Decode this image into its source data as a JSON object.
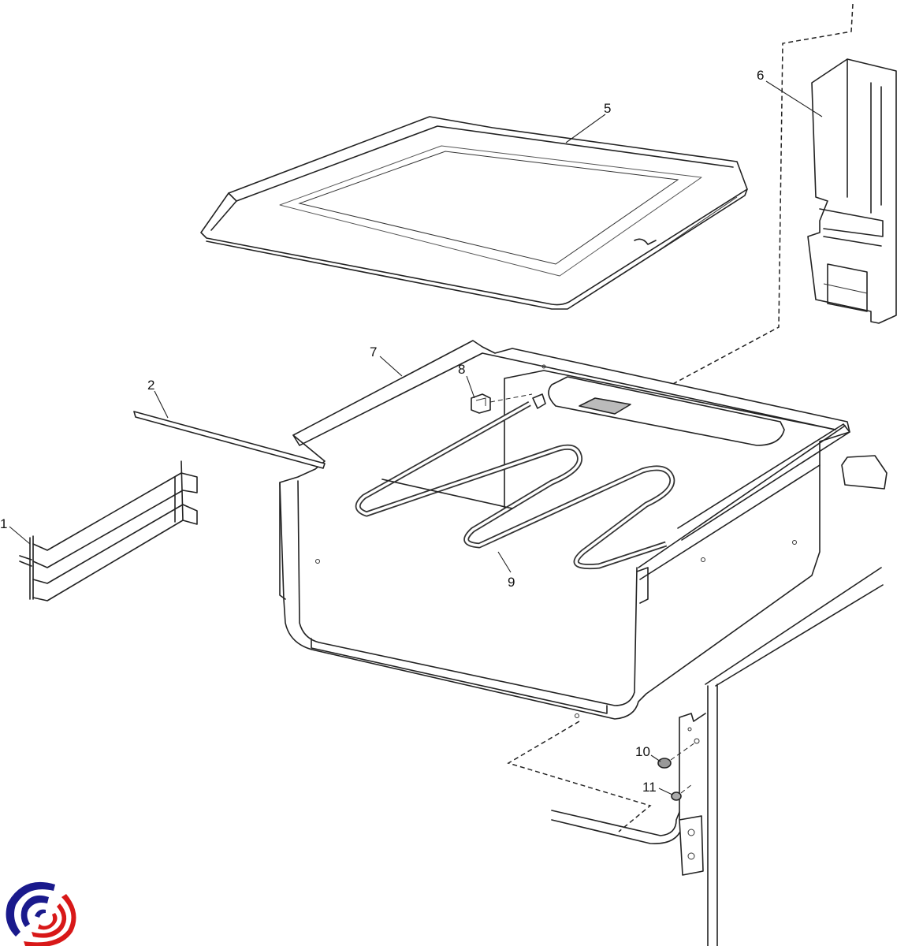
{
  "diagram": {
    "type": "exploded parts diagram",
    "callouts": {
      "p1": "1",
      "p2": "2",
      "p5": "5",
      "p6": "6",
      "p7": "7",
      "p8": "8",
      "p9": "9",
      "p10": "10",
      "p11": "11"
    }
  },
  "logo": {
    "name": "brand-logo",
    "colors": {
      "blue": "#1a1a8c",
      "red": "#d81818"
    }
  }
}
